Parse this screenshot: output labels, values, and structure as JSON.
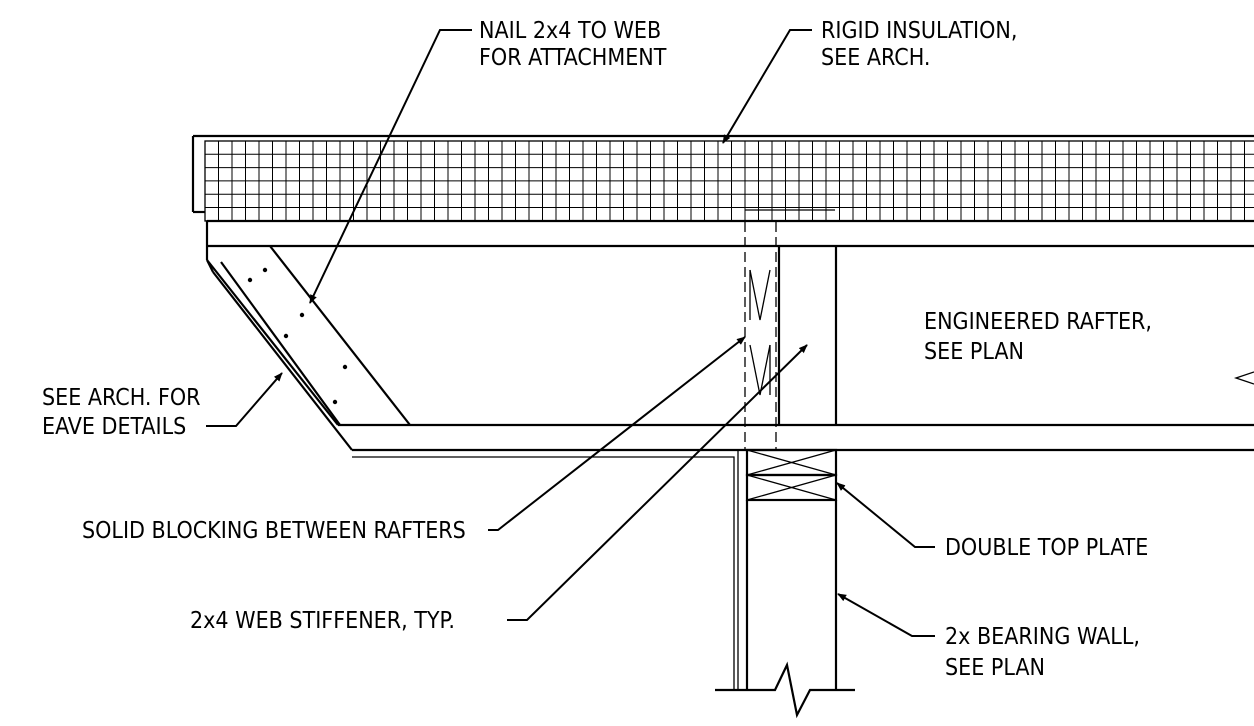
{
  "drawing": {
    "labels": {
      "nail_line1": "NAIL 2x4 TO WEB",
      "nail_line2": "FOR ATTACHMENT",
      "insulation_line1": "RIGID INSULATION,",
      "insulation_line2": "SEE ARCH.",
      "rafter_line1": "ENGINEERED RAFTER,",
      "rafter_line2": "SEE PLAN",
      "eave_line1": "SEE ARCH. FOR",
      "eave_line2": "EAVE DETAILS",
      "blocking": "SOLID BLOCKING BETWEEN RAFTERS",
      "stiffener": "2x4 WEB STIFFENER, TYP.",
      "top_plate": "DOUBLE TOP PLATE",
      "wall_line1": "2x BEARING WALL,",
      "wall_line2": "SEE PLAN"
    },
    "colors": {
      "line": "#000000",
      "background": "#ffffff"
    }
  }
}
